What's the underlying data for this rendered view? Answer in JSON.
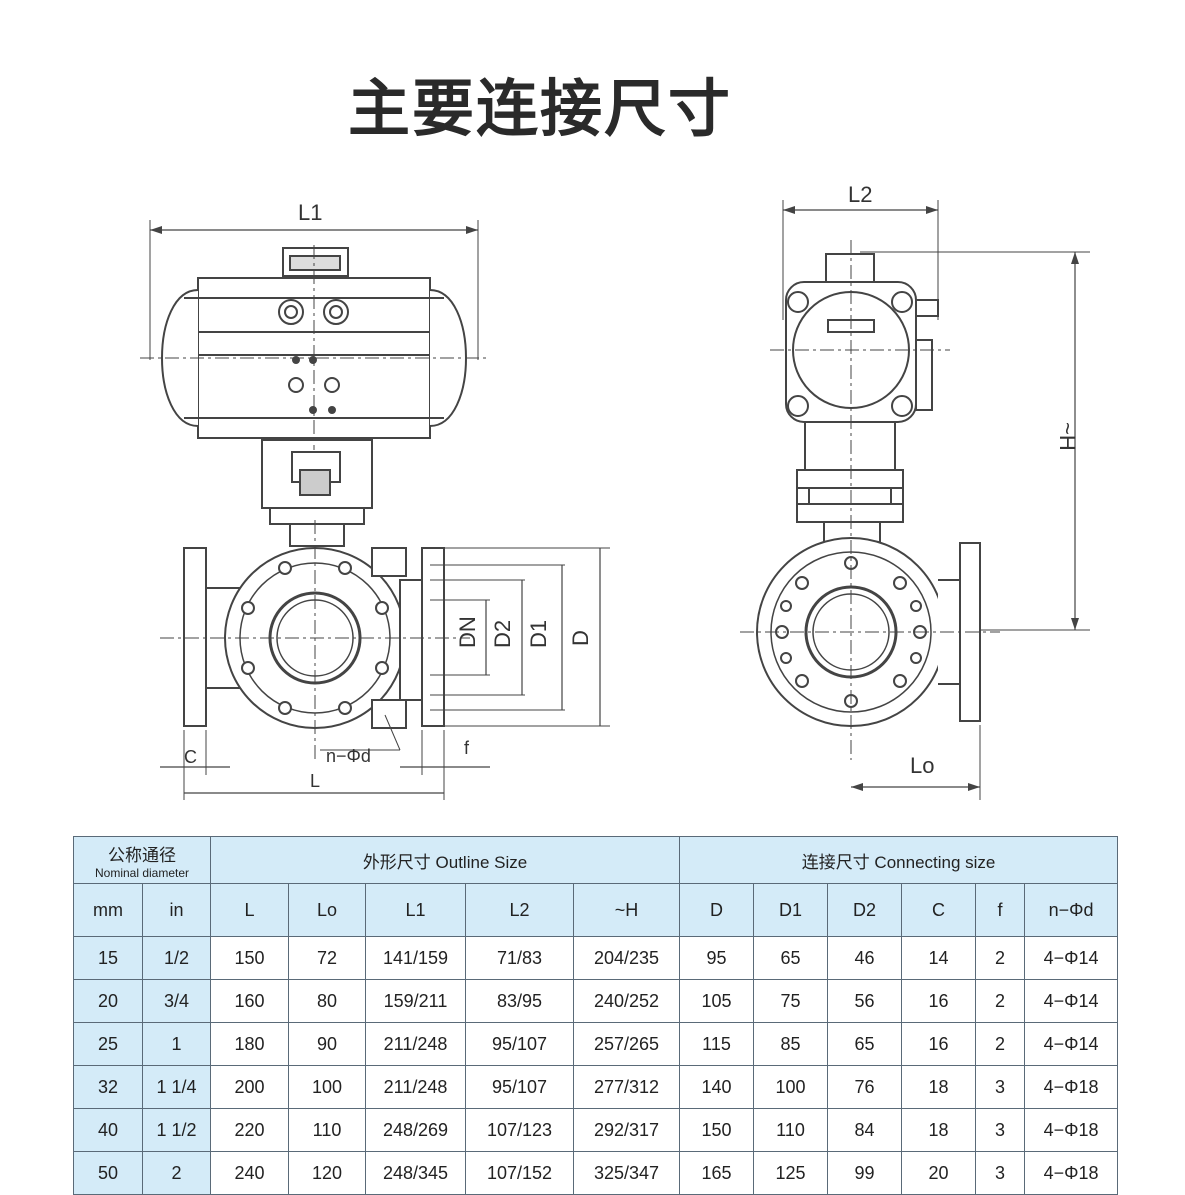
{
  "title": "主要连接尺寸",
  "drawing": {
    "labels": {
      "L1": "L1",
      "L2": "L2",
      "H": "~H",
      "DN": "DN",
      "D2": "D2",
      "D1": "D1",
      "D": "D",
      "C": "C",
      "L": "L",
      "f": "f",
      "nd": "n−Φd",
      "Lo": "Lo"
    }
  },
  "table": {
    "group_nominal_cn": "公称通径",
    "group_nominal_en": "Nominal diameter",
    "group_outline": "外形尺寸 Outline Size",
    "group_connecting": "连接尺寸 Connecting size",
    "columns": [
      "mm",
      "in",
      "L",
      "Lo",
      "L1",
      "L2",
      "~H",
      "D",
      "D1",
      "D2",
      "C",
      "f",
      "n−Φd"
    ],
    "rows": [
      [
        "15",
        "1/2",
        "150",
        "72",
        "141/159",
        "71/83",
        "204/235",
        "95",
        "65",
        "46",
        "14",
        "2",
        "4−Φ14"
      ],
      [
        "20",
        "3/4",
        "160",
        "80",
        "159/211",
        "83/95",
        "240/252",
        "105",
        "75",
        "56",
        "16",
        "2",
        "4−Φ14"
      ],
      [
        "25",
        "1",
        "180",
        "90",
        "211/248",
        "95/107",
        "257/265",
        "115",
        "85",
        "65",
        "16",
        "2",
        "4−Φ14"
      ],
      [
        "32",
        "1 1/4",
        "200",
        "100",
        "211/248",
        "95/107",
        "277/312",
        "140",
        "100",
        "76",
        "18",
        "3",
        "4−Φ18"
      ],
      [
        "40",
        "1 1/2",
        "220",
        "110",
        "248/269",
        "107/123",
        "292/317",
        "150",
        "110",
        "84",
        "18",
        "3",
        "4−Φ18"
      ],
      [
        "50",
        "2",
        "240",
        "120",
        "248/345",
        "107/152",
        "325/347",
        "165",
        "125",
        "99",
        "20",
        "3",
        "4−Φ18"
      ]
    ]
  }
}
